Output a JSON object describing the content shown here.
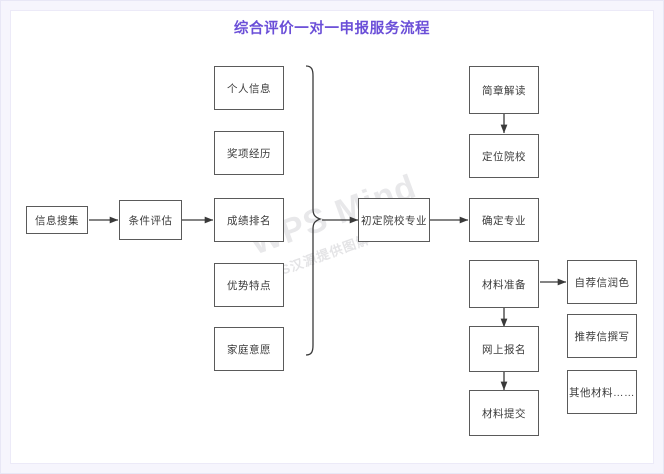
{
  "document": {
    "title": "综合评价一对一申报服务流程",
    "title_color": "#6b4fd8",
    "canvas_bg": "#ffffff",
    "frame_color": "#f6f5fd"
  },
  "watermark": {
    "primary": "WPS Mind",
    "secondary": "WPS汉源提供图解"
  },
  "diagram": {
    "type": "flowchart",
    "node_border_color": "#5a5a5a",
    "node_fill": "#ffffff",
    "stage_1": {
      "nodes": [
        {
          "id": "info-collection",
          "label": "信息搜集"
        },
        {
          "id": "condition-assessment",
          "label": "条件评估"
        }
      ]
    },
    "stage_2": {
      "group_label": "",
      "brace": "right-curly",
      "nodes": [
        {
          "id": "personal-info",
          "label": "个人信息"
        },
        {
          "id": "award-experience",
          "label": "奖项经历"
        },
        {
          "id": "score-ranking",
          "label": "成绩排名"
        },
        {
          "id": "strength-features",
          "label": "优势特点"
        },
        {
          "id": "family-wishes",
          "label": "家庭意愿"
        }
      ]
    },
    "stage_3": {
      "nodes": [
        {
          "id": "preliminary-school-major",
          "label": "初定院校专业"
        }
      ]
    },
    "stage_4": {
      "nodes": [
        {
          "id": "prospectus-interpretation",
          "label": "简章解读"
        },
        {
          "id": "locate-schools",
          "label": "定位院校"
        },
        {
          "id": "confirm-major",
          "label": "确定专业"
        },
        {
          "id": "material-preparation",
          "label": "材料准备"
        },
        {
          "id": "online-registration",
          "label": "网上报名"
        },
        {
          "id": "material-submission",
          "label": "材料提交"
        }
      ]
    },
    "stage_5": {
      "nodes": [
        {
          "id": "self-rec-letter-polish",
          "label": "自荐信润色"
        },
        {
          "id": "rec-letter-writing",
          "label": "推荐信撰写"
        },
        {
          "id": "other-materials",
          "label": "其他材料……"
        }
      ]
    },
    "edges": [
      {
        "from": "info-collection",
        "to": "condition-assessment",
        "arrow": true
      },
      {
        "from": "condition-assessment",
        "to": "score-ranking",
        "arrow": true
      },
      {
        "from": "brace",
        "to": "preliminary-school-major",
        "arrow": true
      },
      {
        "from": "preliminary-school-major",
        "to": "confirm-major",
        "arrow": true
      },
      {
        "from": "prospectus-interpretation",
        "to": "locate-schools",
        "arrow": true
      },
      {
        "from": "material-preparation",
        "to": "self-rec-letter-polish",
        "arrow": true
      },
      {
        "from": "material-preparation",
        "to": "online-registration",
        "arrow": true
      },
      {
        "from": "online-registration",
        "to": "material-submission",
        "arrow": true
      }
    ]
  }
}
